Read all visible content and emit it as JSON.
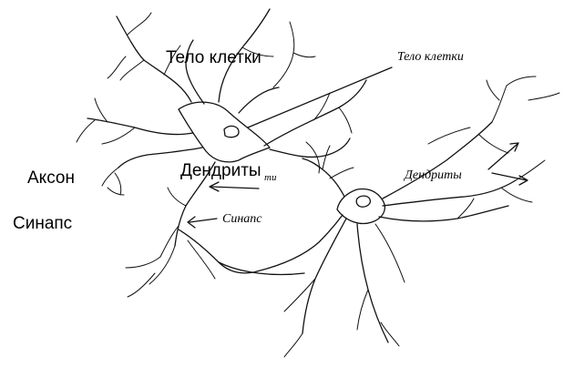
{
  "labels": {
    "cell_body_printed": "Тело клетки",
    "axon_printed": "Аксон",
    "dendrites_printed": "Дендриты",
    "synapse_printed": "Синапс",
    "cell_body_handwritten": "Тело клетки",
    "dendrites_handwritten": "Дендриты",
    "synapse_handwritten": "Синапс",
    "stray_mark": "ти"
  }
}
